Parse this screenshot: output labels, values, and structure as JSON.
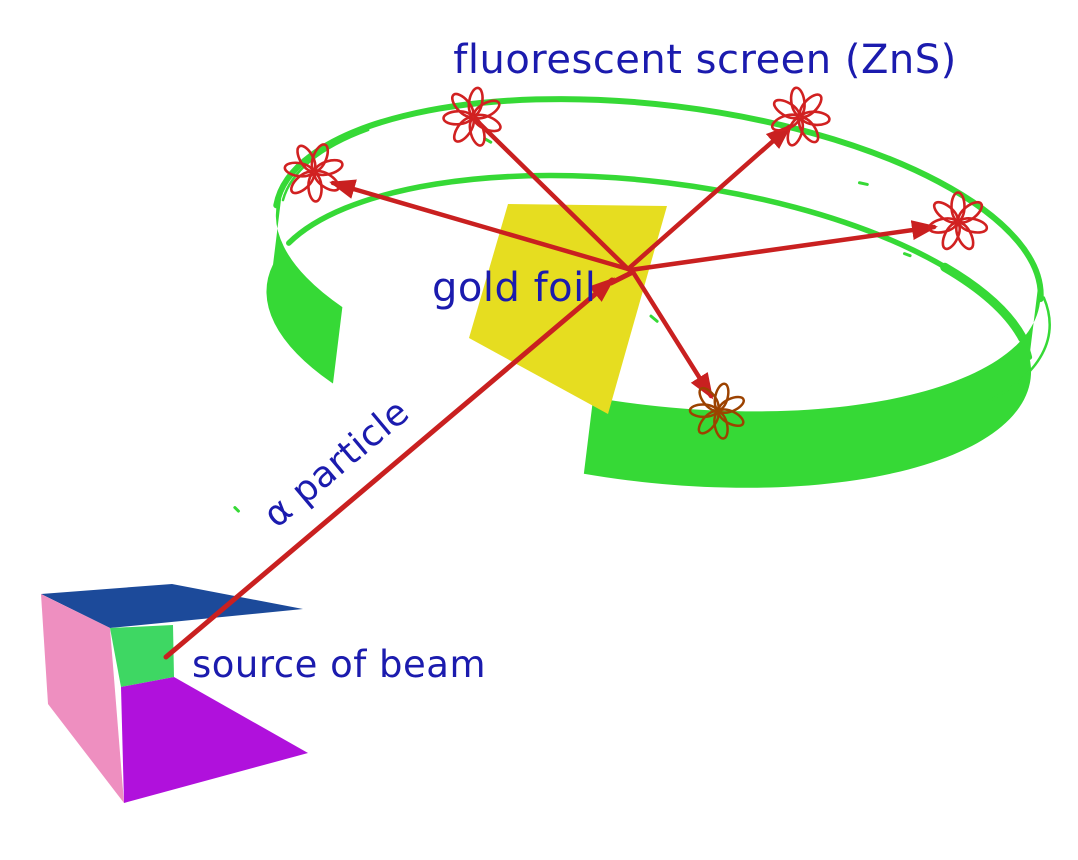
{
  "title": "fluorescent screen (ZnS)",
  "labels": {
    "gold_foil": "gold foil",
    "alpha_particle": "α particle",
    "source_of_beam": "source of beam"
  },
  "scintillations": {
    "count": 5,
    "symbol": "flower-burst"
  },
  "colors": {
    "screen_green": "#36d936",
    "foil_yellow": "#e6dd20",
    "arrow_red": "#c92020",
    "flower_red": "#d12121",
    "flower_dark": "#9c4200",
    "label_blue": "#1b1bae",
    "box_top_blue": "#1c4a9a",
    "box_side_pink": "#ee8fc0",
    "box_front_green": "#3ed763",
    "box_bottom_magenta": "#b011dc",
    "background": "#ffffff"
  }
}
